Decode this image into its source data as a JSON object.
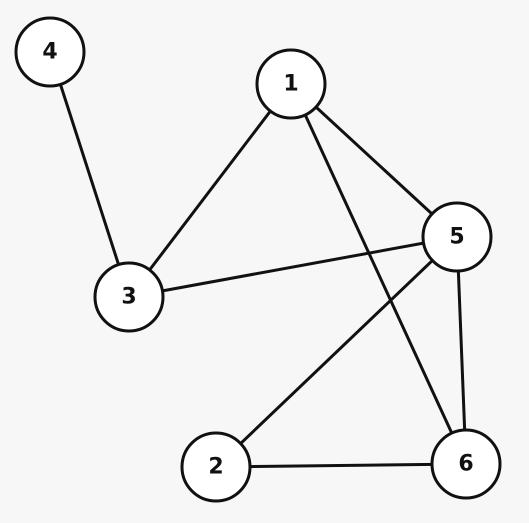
{
  "graph": {
    "nodes": [
      {
        "id": "1",
        "label": "1"
      },
      {
        "id": "2",
        "label": "2"
      },
      {
        "id": "3",
        "label": "3"
      },
      {
        "id": "4",
        "label": "4"
      },
      {
        "id": "5",
        "label": "5"
      },
      {
        "id": "6",
        "label": "6"
      }
    ],
    "edges": [
      {
        "source": "4",
        "target": "3"
      },
      {
        "source": "1",
        "target": "3"
      },
      {
        "source": "1",
        "target": "5"
      },
      {
        "source": "1",
        "target": "6"
      },
      {
        "source": "3",
        "target": "5"
      },
      {
        "source": "5",
        "target": "2"
      },
      {
        "source": "5",
        "target": "6"
      },
      {
        "source": "2",
        "target": "6"
      }
    ],
    "colors": {
      "background": "#f7f7f7",
      "stroke": "#111111",
      "node_fill": "#ffffff"
    }
  }
}
